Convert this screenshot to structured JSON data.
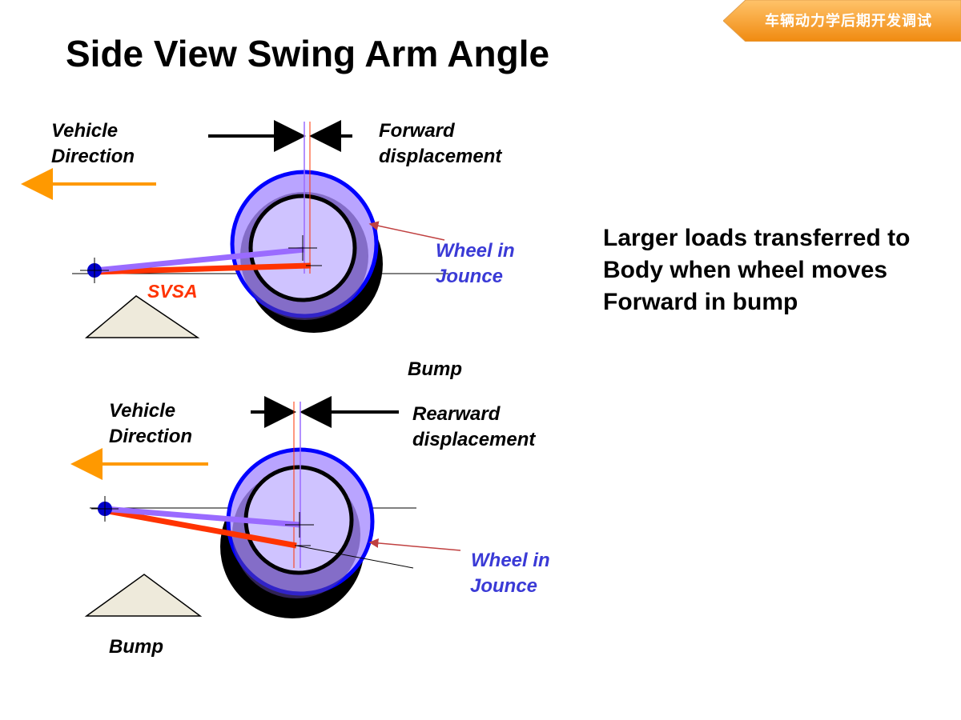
{
  "header_tag": {
    "text": "车辆动力学后期开发调试",
    "color": "#f39a2a"
  },
  "title": "Side View Swing Arm Angle",
  "top_panel": {
    "vehicle_direction_line1": "Vehicle",
    "vehicle_direction_line2": "Direction",
    "displacement_line1": "Forward",
    "displacement_line2": "displacement",
    "wheel_line1": "Wheel in",
    "wheel_line2": "Jounce",
    "svsa_label": "SVSA",
    "bump_label": "Bump"
  },
  "bottom_panel": {
    "vehicle_direction_line1": "Vehicle",
    "vehicle_direction_line2": "Direction",
    "displacement_line1": "Rearward",
    "displacement_line2": "displacement",
    "wheel_line1": "Wheel in",
    "wheel_line2": "Jounce",
    "bump_label": "Bump"
  },
  "note": {
    "line1": "Larger loads transferred to",
    "line2": "Body when wheel moves",
    "line3": "Forward in bump"
  },
  "colors": {
    "direction_arrow": "#ff9900",
    "wheel_outline": "#0000ff",
    "wheel_fill": "#c8b8ff",
    "jounce_label": "#3a3ad6",
    "svsa": "#ff3300",
    "swing_arm": "#9a6bff",
    "bump_fill": "#eeeadb"
  }
}
